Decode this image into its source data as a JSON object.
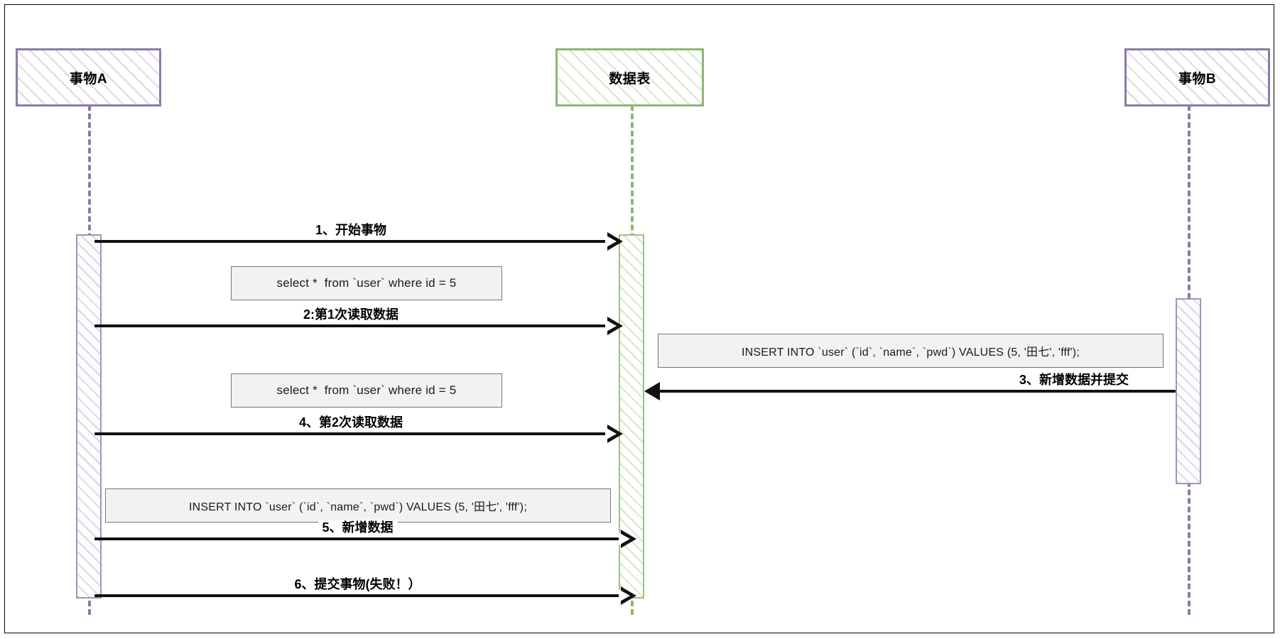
{
  "diagram": {
    "type": "sequence-diagram",
    "colors": {
      "purple": "#8d7aa8",
      "green": "#8fb573",
      "note_bg": "#f2f2f2",
      "note_border": "#777777",
      "message_line": "#111111",
      "frame_border": "#000000"
    },
    "participants": [
      {
        "id": "txn-a",
        "label": "事物A",
        "color": "purple"
      },
      {
        "id": "data-table",
        "label": "数据表",
        "color": "green"
      },
      {
        "id": "txn-b",
        "label": "事物B",
        "color": "purple"
      }
    ],
    "messages": [
      {
        "id": "m1",
        "label": "1、开始事物",
        "from": "txn-a",
        "to": "data-table",
        "direction": "right",
        "arrowhead": "open"
      },
      {
        "id": "m2",
        "label": "2:第1次读取数据",
        "from": "txn-a",
        "to": "data-table",
        "direction": "right",
        "arrowhead": "open"
      },
      {
        "id": "m3",
        "label": "3、新增数据并提交",
        "from": "txn-b",
        "to": "data-table",
        "direction": "left",
        "arrowhead": "solid"
      },
      {
        "id": "m4",
        "label": "4、第2次读取数据",
        "from": "txn-a",
        "to": "data-table",
        "direction": "right",
        "arrowhead": "open"
      },
      {
        "id": "m5",
        "label": "5、新增数据",
        "from": "txn-a",
        "to": "data-table",
        "direction": "right",
        "arrowhead": "open"
      },
      {
        "id": "m6",
        "label": "6、提交事物(失败！）",
        "from": "txn-a",
        "to": "data-table",
        "direction": "right",
        "arrowhead": "open"
      }
    ],
    "notes": [
      {
        "id": "n1",
        "text": "select *  from `user` where id = 5"
      },
      {
        "id": "n2",
        "text": "select *  from `user` where id = 5"
      },
      {
        "id": "n3",
        "text": "INSERT INTO `user` (`id`, `name`, `pwd`) VALUES (5, '田七', 'fff');"
      },
      {
        "id": "n4",
        "text": "INSERT INTO `user` (`id`, `name`, `pwd`) VALUES (5, '田七', 'fff');"
      }
    ]
  }
}
